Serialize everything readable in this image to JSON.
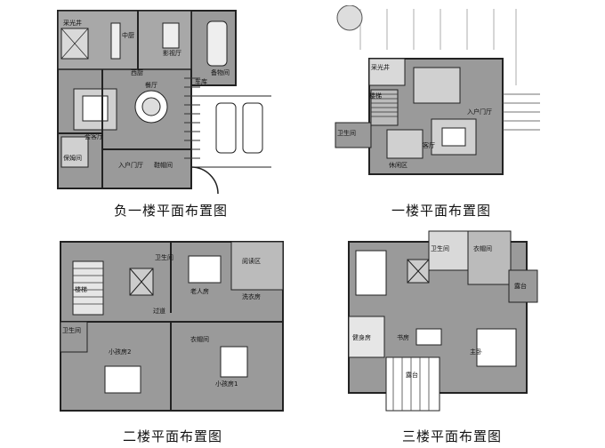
{
  "captions": {
    "basement": "负一楼平面布置图",
    "first": "一楼平面布置图",
    "second": "二楼平面布置图",
    "third": "三楼平面布置图"
  },
  "rooms": {
    "basement": {
      "skylight": "采光井",
      "kitchen": "中厨",
      "western_kitchen": "西厨",
      "av_room": "影视厅",
      "dining": "餐厅",
      "storage": "备物间",
      "garage": "车库",
      "guest_hall": "会客厅",
      "nanny_room": "保姆间",
      "entrance": "入户门厅",
      "shoe_room": "鞋帽间"
    },
    "first": {
      "skylight": "采光井",
      "stairs": "楼梯",
      "bathroom": "卫生间",
      "entrance": "入户门厅",
      "living": "客厅",
      "leisure": "休闲区"
    },
    "second": {
      "bathroom": "卫生间",
      "elder_room": "老人房",
      "reading": "阅读区",
      "stairs": "楼梯",
      "laundry": "洗衣房",
      "corridor": "过道",
      "bathroom2": "卫生间",
      "cloakroom": "衣帽间",
      "kids_room2": "小孩房2",
      "kids_room1": "小孩房1"
    },
    "third": {
      "bathroom": "卫生间",
      "wardrobe": "衣帽间",
      "terrace": "露台",
      "gym": "健身房",
      "study": "书房",
      "master": "主卧",
      "terrace2": "露台"
    }
  },
  "colors": {
    "floor": "#9a9a9a",
    "wall": "#222222",
    "light": "#d9d9d9"
  }
}
